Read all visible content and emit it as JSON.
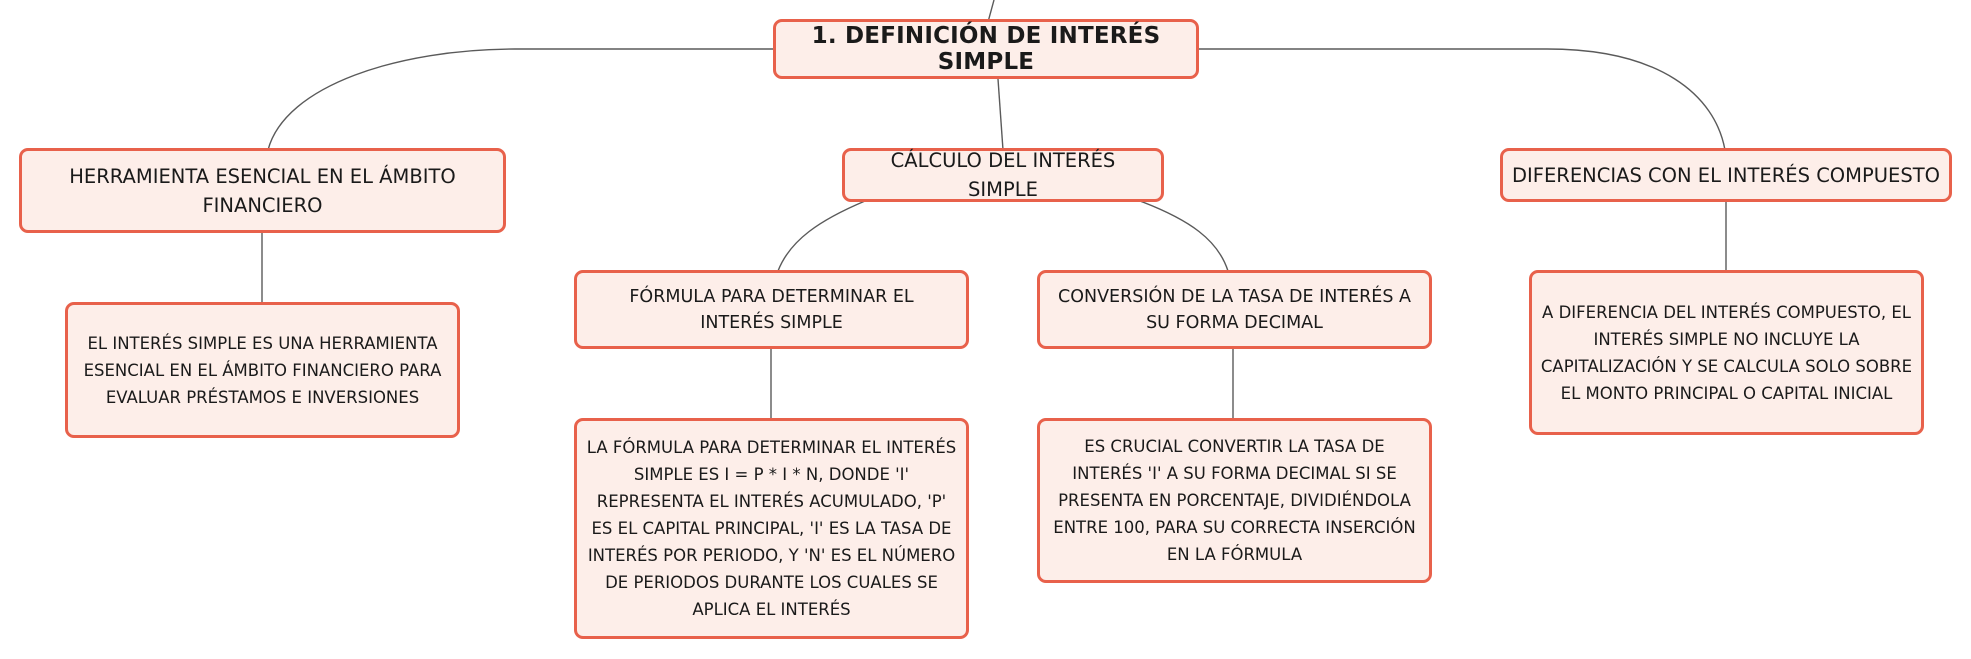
{
  "root": {
    "label": "1. DEFINICIÓN DE INTERÉS SIMPLE"
  },
  "branches": [
    {
      "label": "HERRAMIENTA ESENCIAL EN EL ÁMBITO FINANCIERO",
      "children": [
        {
          "label": "EL INTERÉS SIMPLE ES UNA HERRAMIENTA ESENCIAL EN EL ÁMBITO FINANCIERO PARA EVALUAR PRÉSTAMOS E INVERSIONES"
        }
      ]
    },
    {
      "label": "CÁLCULO DEL INTERÉS SIMPLE",
      "children": [
        {
          "label": "FÓRMULA PARA DETERMINAR EL INTERÉS SIMPLE",
          "children": [
            {
              "label": "LA FÓRMULA PARA DETERMINAR EL INTERÉS SIMPLE ES I = P * I * N, DONDE 'I' REPRESENTA EL INTERÉS ACUMULADO, 'P' ES EL CAPITAL PRINCIPAL, 'I' ES LA TASA DE INTERÉS POR PERIODO, Y 'N' ES EL NÚMERO DE PERIODOS DURANTE LOS CUALES SE APLICA EL INTERÉS"
            }
          ]
        },
        {
          "label": "CONVERSIÓN DE LA TASA DE INTERÉS A SU FORMA DECIMAL",
          "children": [
            {
              "label": "ES CRUCIAL CONVERTIR LA TASA DE INTERÉS 'I' A SU FORMA DECIMAL SI SE PRESENTA EN PORCENTAJE, DIVIDIÉNDOLA ENTRE 100, PARA SU CORRECTA INSERCIÓN EN LA FÓRMULA"
            }
          ]
        }
      ]
    },
    {
      "label": "DIFERENCIAS CON EL INTERÉS COMPUESTO",
      "children": [
        {
          "label": "A DIFERENCIA DEL INTERÉS COMPUESTO, EL INTERÉS SIMPLE NO INCLUYE LA CAPITALIZACIÓN Y SE CALCULA SOLO SOBRE EL MONTO PRINCIPAL O CAPITAL INICIAL"
        }
      ]
    }
  ],
  "colors": {
    "node_border": "#e8614b",
    "node_fill": "#fdeee9",
    "link": "#5a5a5a",
    "text": "#1a1a1a"
  }
}
